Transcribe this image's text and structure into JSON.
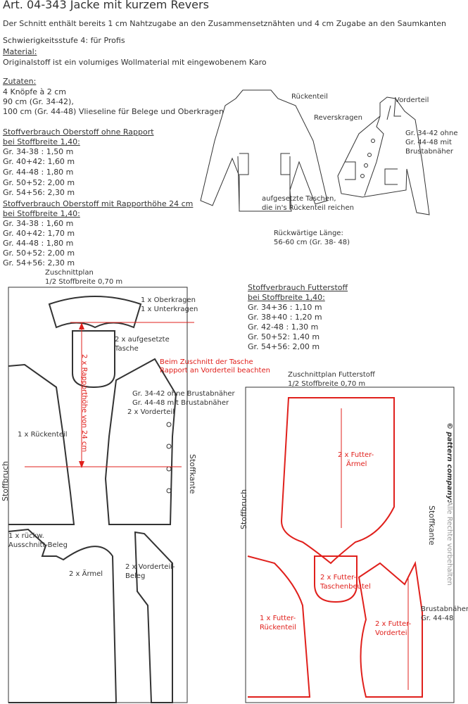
{
  "title": "Art. 04-343 Jacke mit kurzem Revers",
  "intro": "Der Schnitt enthält bereits 1 cm Nahtzugabe an den Zusammensetznähten und  4 cm Zugabe an den Saumkanten",
  "difficulty": "Schwierigkeitsstufe 4: für Profis",
  "material": {
    "heading": "Material:",
    "text": "Originalstoff ist ein volumiges Wollmaterial mit eingewobenem Karo"
  },
  "zutaten": {
    "heading": "Zutaten:",
    "items": [
      "4 Knöpfe  à 2 cm",
      "90 cm (Gr. 34-42),",
      "100 cm (Gr. 44-48) Vlieseline für Belege und Oberkragen"
    ]
  },
  "oberstoff": {
    "heading": "Stoffverbrauch Oberstoff ohne Rapport",
    "sub": "bei Stoffbreite 1,40:",
    "items": [
      "Gr. 34-38 : 1,50 m",
      "Gr. 40+42: 1,60 m",
      "Gr. 44-48 : 1,80 m",
      "Gr. 50+52: 2,00 m",
      "Gr. 54+56: 2,30 m"
    ]
  },
  "rapport": {
    "heading": "Stoffverbrauch Oberstoff mit Rapporthöhe 24 cm",
    "sub": "bei Stoffbreite 1,40:",
    "items": [
      "Gr. 34-38 : 1,60 m",
      "Gr. 40+42: 1,70 m",
      "Gr. 44-48 : 1,80 m",
      "Gr. 50+52: 2,00 m",
      "Gr. 54+56: 2,30 m"
    ]
  },
  "futter": {
    "heading": "Stoffverbrauch Futterstoff",
    "sub": "bei Stoffbreite 1,40:",
    "items": [
      "Gr. 34+36 : 1,10 m",
      "Gr. 38+40 : 1,20 m",
      "Gr. 42-48 :  1,30 m",
      "Gr. 50+52:  1,40 m",
      "Gr. 54+56:  2,00 m"
    ]
  },
  "sketch": {
    "rueckenteil": "Rückenteil",
    "vorderteil": "Vorderteil",
    "reverskragen": "Reverskragen",
    "brust1": "Gr. 34-42  ohne",
    "brust2": "Gr. 44-48 mit",
    "brust3": "Brustabnäher",
    "taschen1": "aufgesetzte Taschen,",
    "taschen2": "die in's Rückenteil reichen",
    "laenge1": "Rückwärtige Länge:",
    "laenge2": "56-60 cm (Gr. 38- 48)"
  },
  "plan": {
    "title": "Zuschnittplan",
    "width": "1/2 Stoffbreite 0,70 m",
    "kragen1": "1 x Oberkragen",
    "kragen2": "1 x Unterkragen",
    "tasche1": "2 x aufgesetzte",
    "tasche2": "Tasche",
    "note1": "Beim Zuschnitt der Tasche",
    "note2": "Rapport an Vorderteil beachten",
    "rapport": "2 x Rapporthöhe von 24 cm",
    "vd1": "Gr. 34-42  ohne Brustabnäher",
    "vd2": "Gr. 44-48 mit Brustabnäher",
    "vd3": "2 x Vorderteil",
    "ruecken": "1 x Rückenteil",
    "stoffbruch": "Stoffbruch",
    "stoffkante": "Stoffkante",
    "beleg1": "1 x rückw.",
    "beleg2": "Ausschnitt-Beleg",
    "aermel": "2 x Ärmel",
    "vbeleg1": "2 x Vorderteil-",
    "vbeleg2": "Beleg"
  },
  "fplan": {
    "title": "Zuschnittplan Futterstoff",
    "width": "1/2 Stoffbreite 0,70 m",
    "aermel1": "2 x Futter-",
    "aermel2": "Ärmel",
    "beutel1": "2 x Futter-",
    "beutel2": "Taschenbeutel",
    "ruecken1": "1 x Futter-",
    "ruecken2": "Rückenteil",
    "vorder1": "2 x Futter-",
    "vorder2": "Vorderteil",
    "brust1": "Brustabnäher",
    "brust2": "Gr. 44-48",
    "stoffbruch": "Stoffbruch",
    "stoffkante": "Stoffkante"
  },
  "copyright": {
    "brand": "© pattern company:",
    "text": "Alle Rechte vorbehalten"
  }
}
